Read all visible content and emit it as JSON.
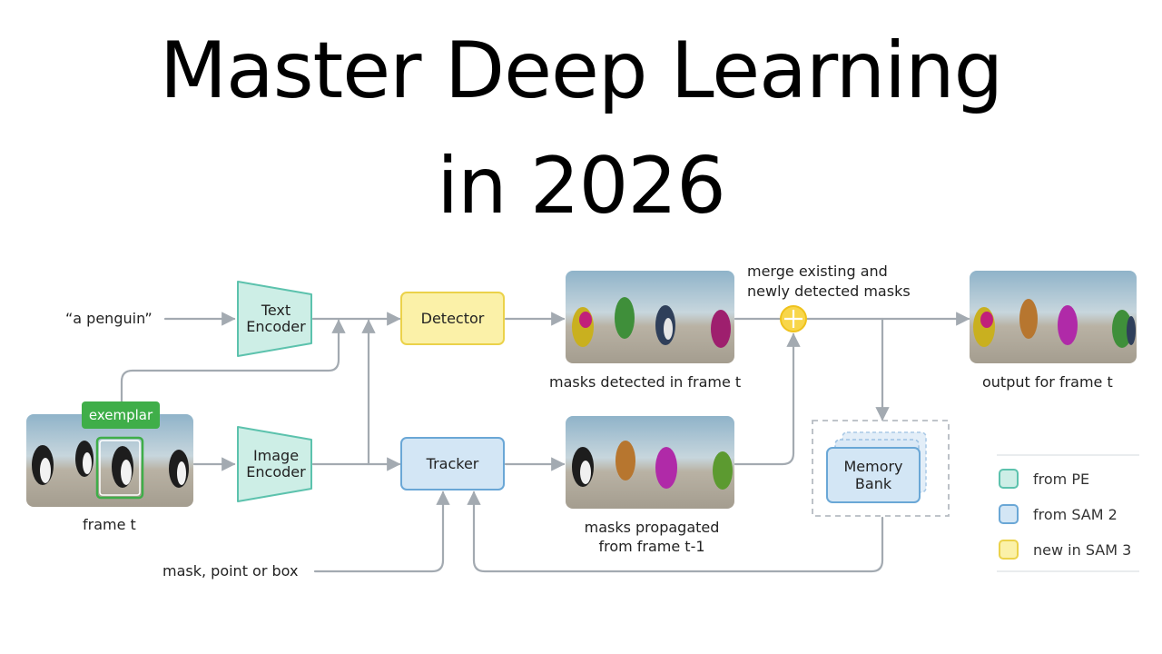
{
  "title": {
    "line1": "Master Deep Learning",
    "line2": "in 2026"
  },
  "inputs": {
    "text_prompt": "“a penguin”",
    "exemplar_tag": "exemplar",
    "frame_label": "frame t",
    "mask_prompt": "mask, point or box"
  },
  "modules": {
    "text_encoder": "Text Encoder",
    "image_encoder": "Image Encoder",
    "detector": "Detector",
    "tracker": "Tracker",
    "memory_bank": "Memory Bank"
  },
  "outputs": {
    "detected_label": "masks detected in frame t",
    "propagated_label": "masks propagated from frame t-1",
    "merge_label": "merge existing and newly detected masks",
    "output_label": "output for frame t"
  },
  "legend": [
    {
      "label": "from PE",
      "fill": "#cdeee6",
      "stroke": "#5cc2ad"
    },
    {
      "label": "from SAM 2",
      "fill": "#d3e6f5",
      "stroke": "#6aa7d6"
    },
    {
      "label": "new in SAM 3",
      "fill": "#fbf1a8",
      "stroke": "#ebd24a"
    }
  ],
  "colors": {
    "arrow": "#a3aab1",
    "merge": "#f5c518",
    "exemplar": "#3fae49"
  }
}
